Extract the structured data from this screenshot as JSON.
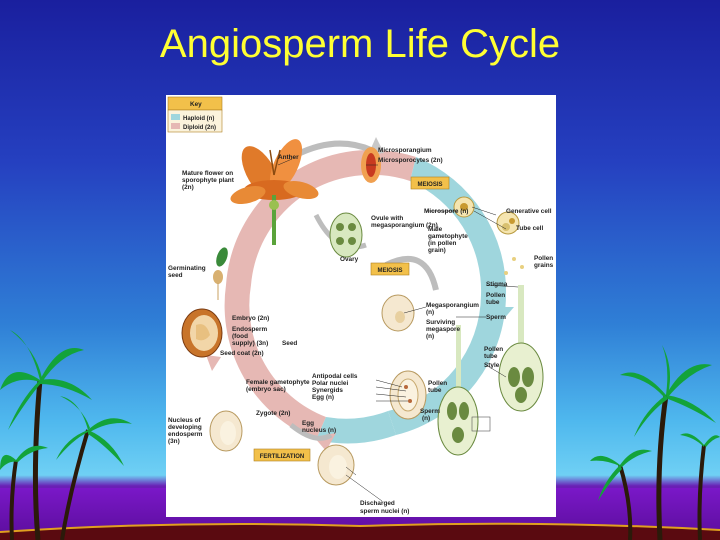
{
  "title": "Angiosperm Life Cycle",
  "key": {
    "heading": "Key",
    "haploid": "Haploid (n)",
    "diploid": "Diploid (2n)",
    "haploid_color": "#9fd6dd",
    "diploid_color": "#e6b8b4"
  },
  "stages": {
    "meiosis_top": "MEIOSIS",
    "meiosis_mid": "MEIOSIS",
    "fertilization": "FERTILIZATION"
  },
  "labels": {
    "anther": "Anther",
    "microsporangium": "Microsporangium",
    "microsporocytes": "Microsporocytes (2n)",
    "mature_flower_1": "Mature flower on",
    "mature_flower_2": "sporophyte plant",
    "mature_flower_3": "(2n)",
    "microspore": "Microspore (n)",
    "generative_cell": "Generative cell",
    "tube_cell": "Tube cell",
    "ovule_1": "Ovule with",
    "ovule_2": "megasporangium (2n)",
    "male_gam_1": "Male",
    "male_gam_2": "gametophyte",
    "male_gam_3": "(in pollen",
    "male_gam_4": "grain)",
    "pollen_grains_1": "Pollen",
    "pollen_grains_2": "grains",
    "ovary": "Ovary",
    "germinating_1": "Germinating",
    "germinating_2": "seed",
    "stigma": "Stigma",
    "pollen_tube_1": "Pollen",
    "pollen_tube_2": "tube",
    "sperm": "Sperm",
    "megasporangium_1": "Megasporangium",
    "megasporangium_2": "(n)",
    "surviving_1": "Surviving",
    "surviving_2": "megaspore",
    "surviving_3": "(n)",
    "embryo": "Embryo (2n)",
    "endosperm_1": "Endosperm",
    "endosperm_2": "(food",
    "endosperm_3": "supply) (3n)",
    "seed_coat": "Seed coat (2n)",
    "seed": "Seed",
    "pollen_tube_b1": "Pollen",
    "pollen_tube_b2": "tube",
    "style": "Style",
    "antipodal": "Antipodal cells",
    "polar": "Polar nuclei",
    "synergids": "Synergids",
    "egg": "Egg (n)",
    "female_gam_1": "Female gametophyte",
    "female_gam_2": "(embryo sac)",
    "pollen_tube_c1": "Pollen",
    "pollen_tube_c2": "tube",
    "nucleus_1": "Nucleus of",
    "nucleus_2": "developing",
    "nucleus_3": "endosperm",
    "nucleus_4": "(3n)",
    "zygote": "Zygote (2n)",
    "egg_nucleus_1": "Egg",
    "egg_nucleus_2": "nucleus (n)",
    "sperm_b1": "Sperm",
    "sperm_b2": "(n)",
    "discharged_1": "Discharged",
    "discharged_2": "sperm nuclei (n)"
  }
}
